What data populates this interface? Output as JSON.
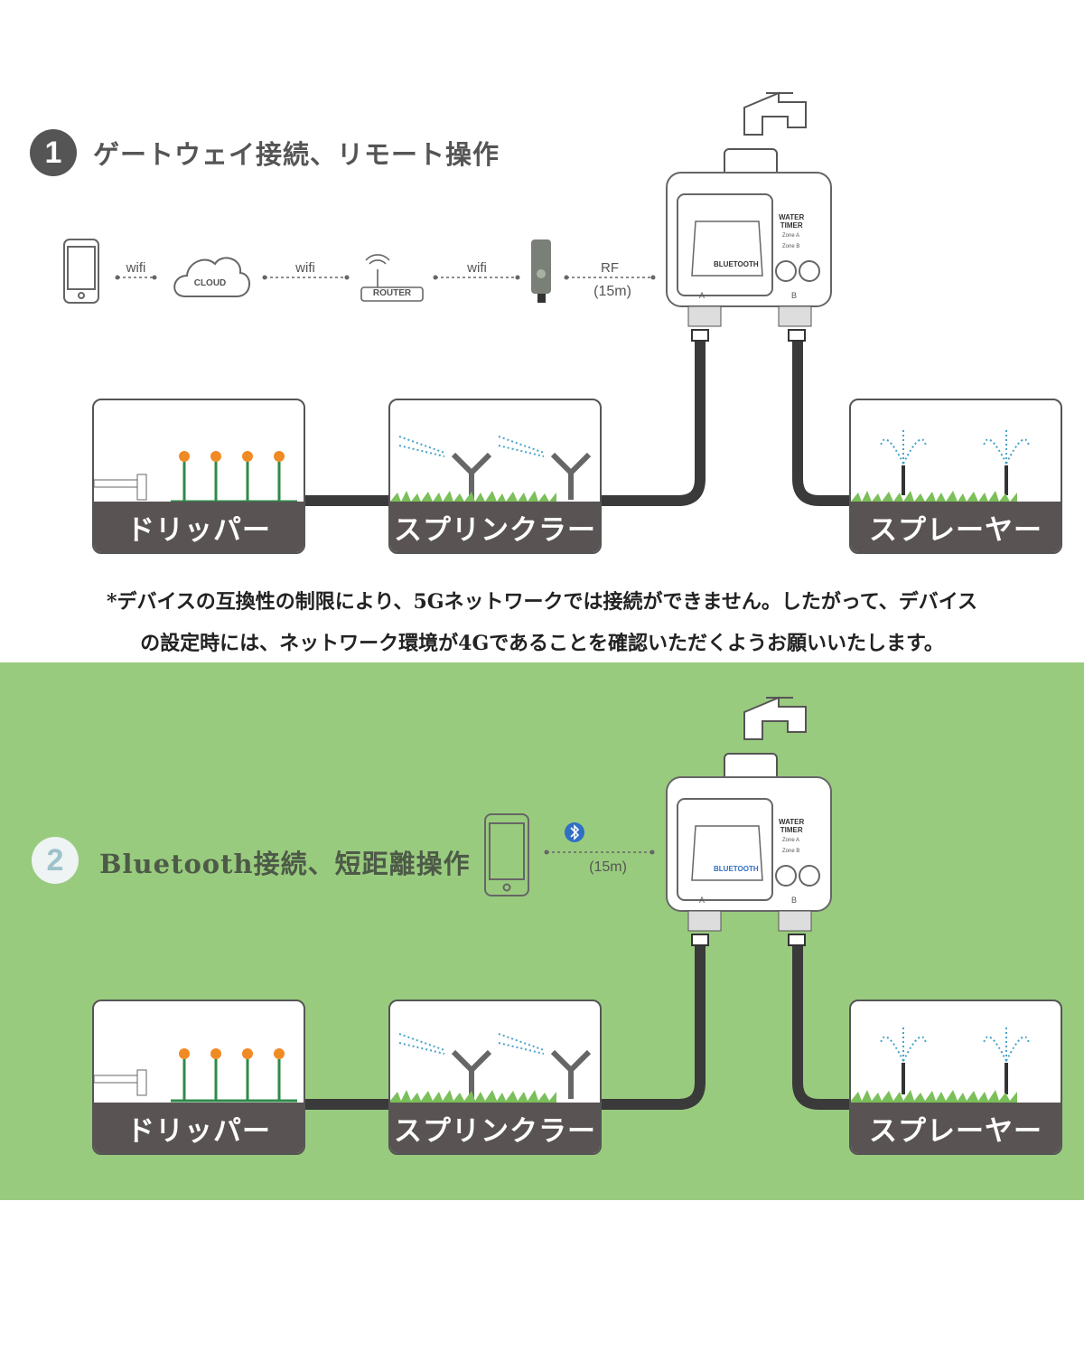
{
  "section1": {
    "number": "1",
    "title": "ゲートウェイ接続、リモート操作",
    "links": [
      {
        "label": "wifi"
      },
      {
        "label": "wifi"
      },
      {
        "label": "wifi"
      },
      {
        "label": "RF",
        "sub": "(15m)"
      }
    ],
    "cloud_label": "CLOUD",
    "router_label": "ROUTER",
    "timer": {
      "brand": "WATER",
      "brand2": "TIMER",
      "logo": "BLUE",
      "logo2": "TOOTH",
      "zone_a": "Zone A",
      "zone_b": "Zone B",
      "out_a": "A",
      "out_b": "B"
    },
    "panels": [
      "ドリッパー",
      "スプリンクラー",
      "スプレーヤー"
    ]
  },
  "note": {
    "line1": "*デバイスの互換性の制限により、5Gネットワークでは接続ができません。したがって、デバイス",
    "line2": "の設定時には、ネットワーク環境が4Gであることを確認いただくようお願いいたします。"
  },
  "section2": {
    "number": "2",
    "title": "Bluetooth接続、短距離操作",
    "link": {
      "sub": "(15m)",
      "icon": "bluetooth-icon"
    },
    "timer": {
      "brand": "WATER",
      "brand2": "TIMER",
      "logo": "BLUE",
      "logo2": "TOOTH",
      "zone_a": "Zone A",
      "zone_b": "Zone B",
      "out_a": "A",
      "out_b": "B"
    },
    "panels": [
      "ドリッパー",
      "スプリンクラー",
      "スプレーヤー"
    ]
  },
  "colors": {
    "dark": "#595453",
    "green_bg": "#99cb7e",
    "bluetooth": "#2f6fc4",
    "spray": "#4aa3c8",
    "flower": "#f08a24",
    "leaf": "#2f8a4a"
  }
}
